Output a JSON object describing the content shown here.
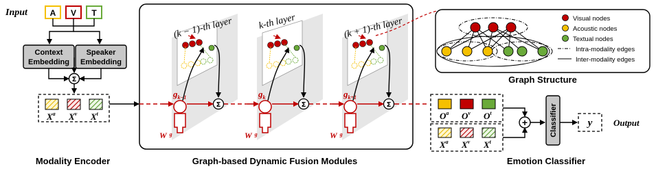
{
  "input": {
    "label": "Input",
    "modalities": [
      "A",
      "V",
      "T"
    ]
  },
  "encoder": {
    "context_line1": "Context",
    "context_line2": "Embedding",
    "speaker_line1": "Speaker",
    "speaker_line2": "Embedding",
    "sum_symbol": "Σ",
    "features": [
      "X",
      "X",
      "X"
    ],
    "feature_sups": [
      "a",
      "v",
      "t"
    ],
    "caption": "Modality Encoder"
  },
  "fusion": {
    "layers": [
      {
        "title": "(k − 1)-th layer",
        "g_base": "g",
        "g_sub": "k−1"
      },
      {
        "title": "k-th layer",
        "g_base": "g",
        "g_sub": "k"
      },
      {
        "title": "(k + 1)-th layer",
        "g_base": "g",
        "g_sub": "k+1"
      }
    ],
    "w_base": "W",
    "w_sub": "g",
    "sum_symbol": "Σ",
    "caption": "Graph-based Dynamic Fusion Modules"
  },
  "graph_structure": {
    "title": "Graph Structure",
    "legend": [
      "Visual nodes",
      "Acoustic nodes",
      "Textual nodes",
      "Intra-modality edges",
      "Inter-modality edges"
    ]
  },
  "classifier": {
    "outputs": [
      "O",
      "O",
      "O"
    ],
    "output_sups": [
      "a",
      "v",
      "t"
    ],
    "features": [
      "X",
      "X",
      "X"
    ],
    "feature_sups": [
      "a",
      "v",
      "t"
    ],
    "plus": "+",
    "classifier_label": "Classifier",
    "y_label": "y",
    "output_label": "Output",
    "caption": "Emotion Classifier"
  },
  "colors": {
    "red": "#c00000",
    "yellow": "#f5c000",
    "green": "#6aaa3a",
    "gray_box": "#d0d0d0",
    "layer_bg": "#e3e3e3"
  }
}
